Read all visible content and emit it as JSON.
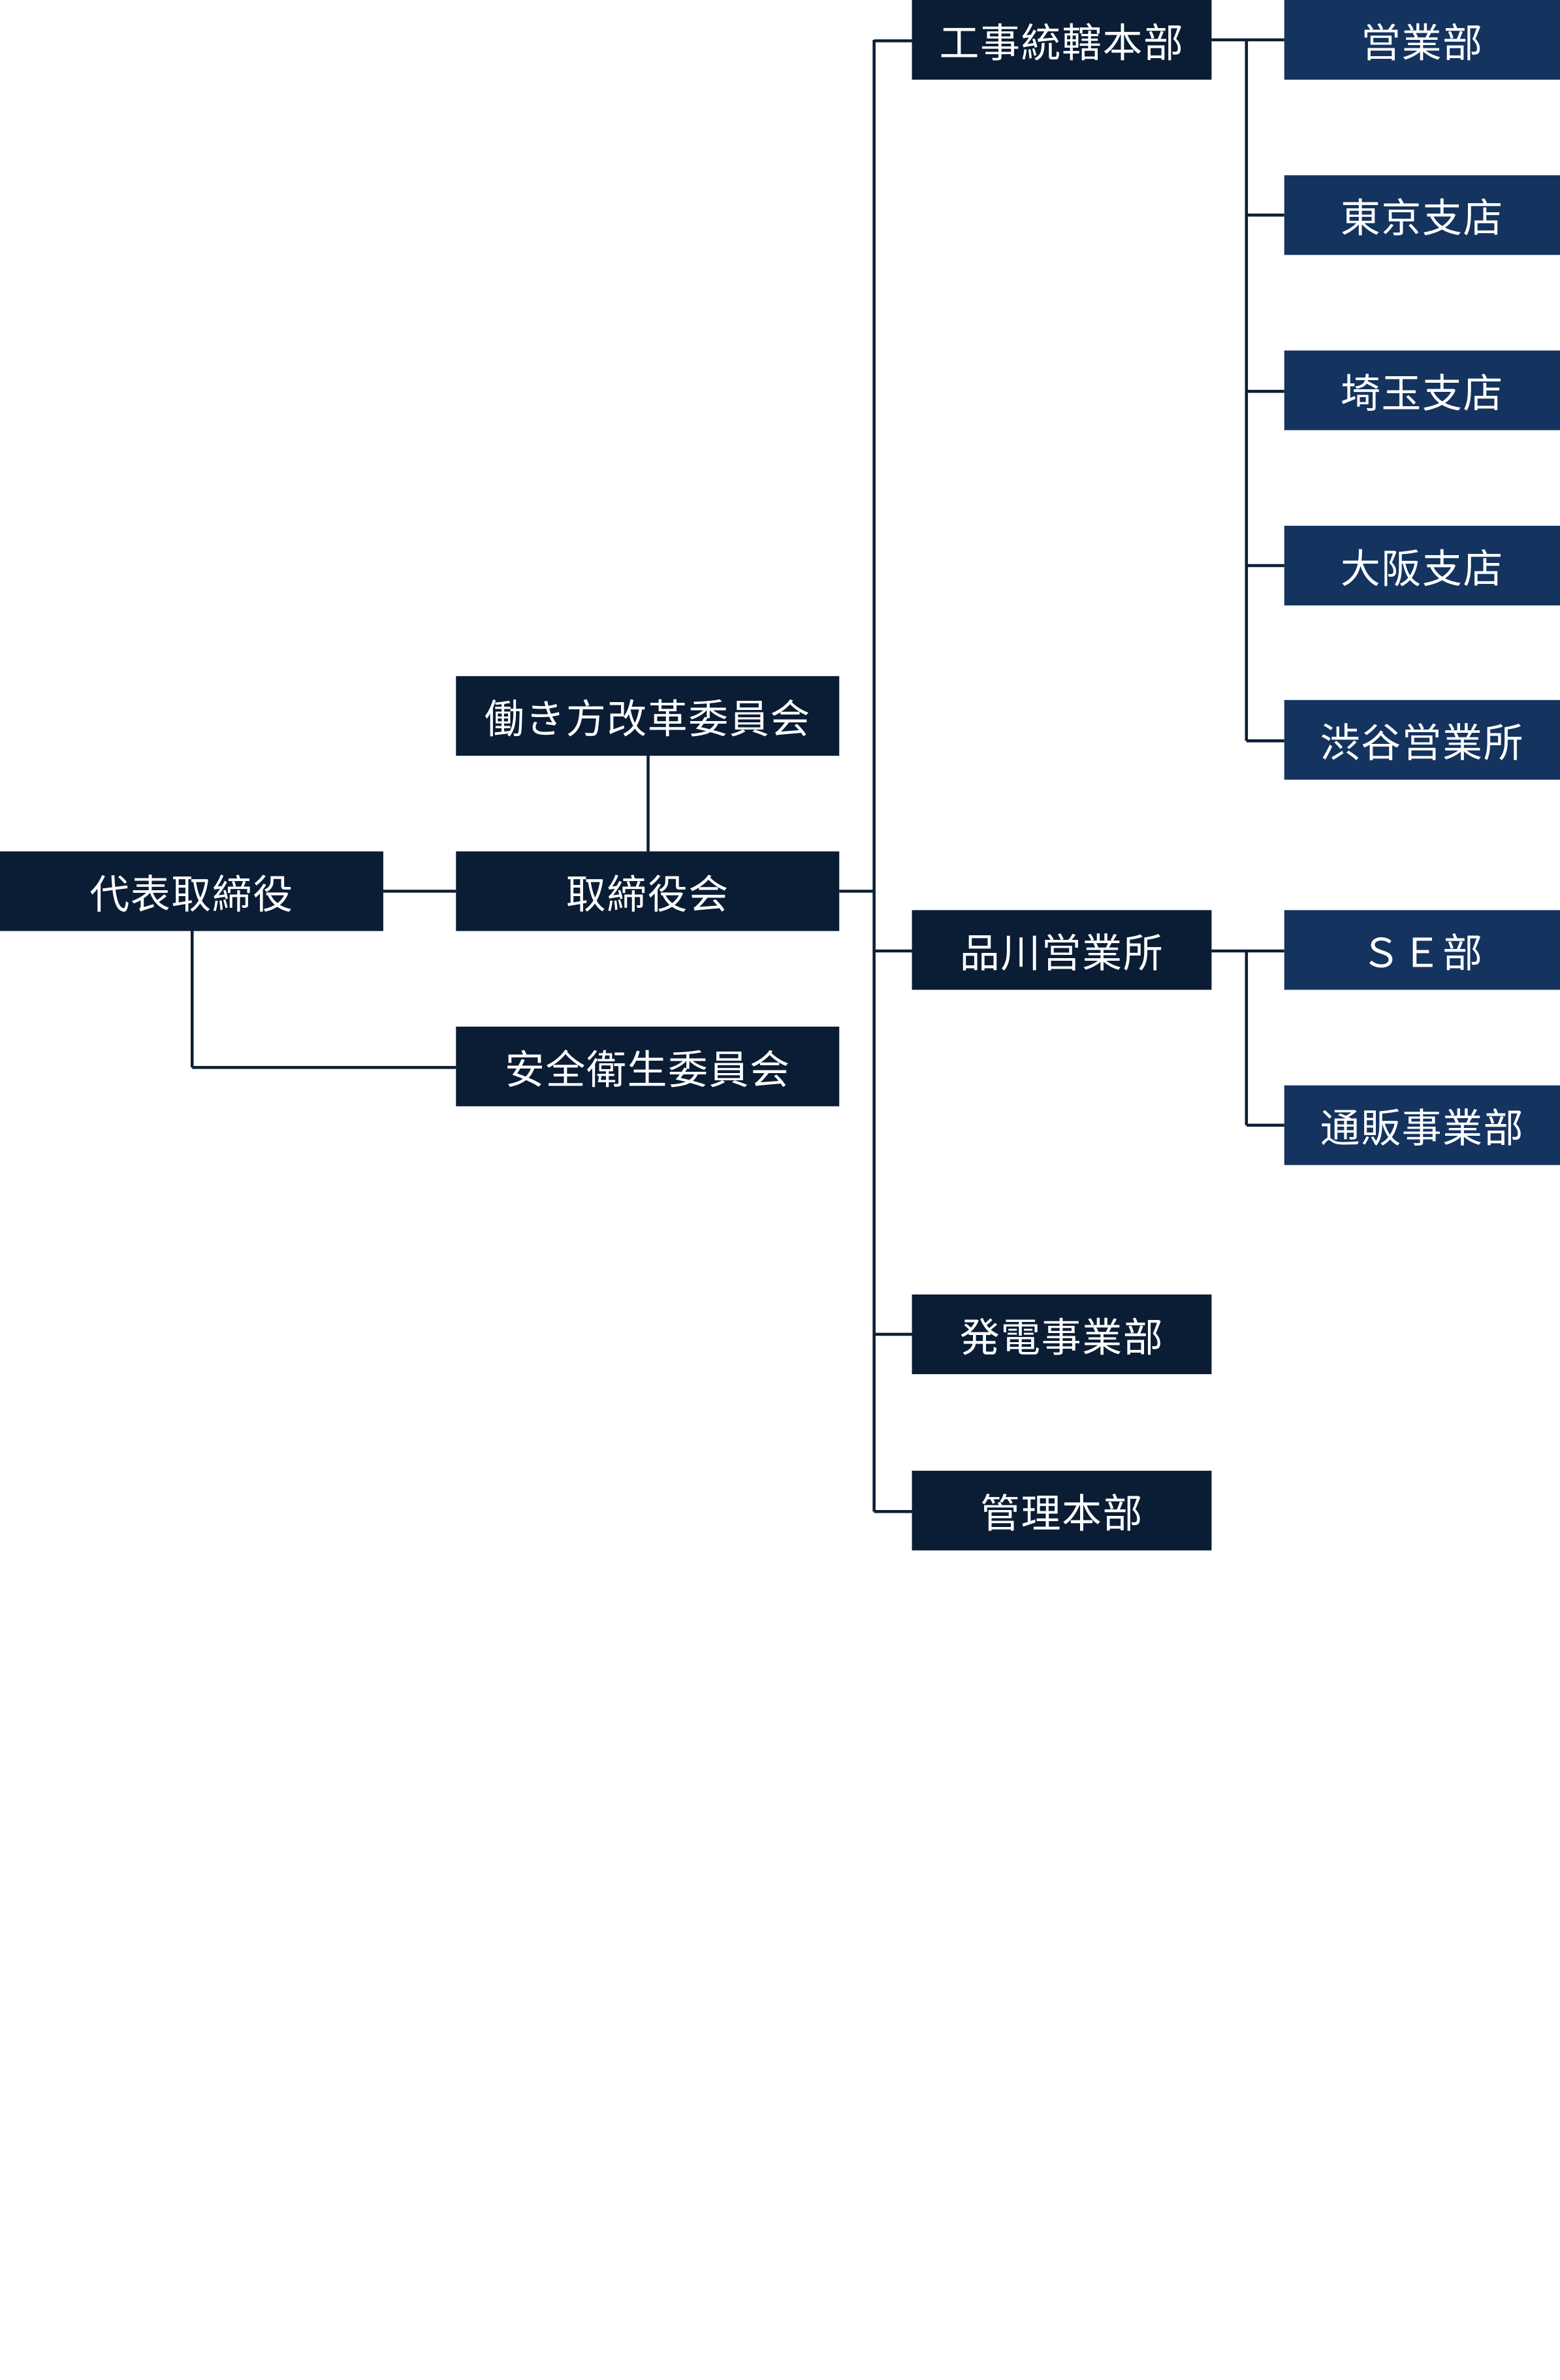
{
  "colors": {
    "dark_box": "#0b1d35",
    "blue_box": "#14335f",
    "connector": "#0d1f36",
    "text": "#ffffff"
  },
  "org": {
    "ceo": "代表取締役",
    "board": "取締役会",
    "work_style_committee": "働き方改革委員会",
    "safety_committee": "安全衛生委員会",
    "divisions": {
      "construction_hq": "工事統轄本部",
      "shinagawa_office": "品川営業所",
      "power_business": "発電事業部",
      "admin_hq": "管理本部"
    },
    "construction_units": {
      "sales": "営業部",
      "tokyo_branch": "東京支店",
      "saitama_branch": "埼玉支店",
      "osaka_branch": "大阪支店",
      "shibuya_office": "渋谷営業所"
    },
    "shinagawa_units": {
      "se_dept": "ＳＥ部",
      "mail_order": "通販事業部"
    }
  }
}
